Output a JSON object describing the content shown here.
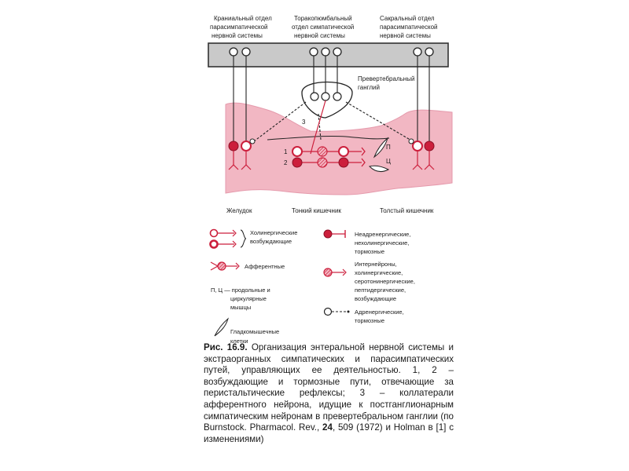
{
  "header_labels": {
    "cranial": [
      "Краниальный отдел",
      "парасимпатической",
      "нервной системы"
    ],
    "thoracolumbar": [
      "Торакопюмбальный",
      "отдел симпатической",
      "нервной системы"
    ],
    "sacral": [
      "Сакральный отдел",
      "парасимпатической",
      "нервной системы"
    ]
  },
  "diagram_labels": {
    "prevertebral": [
      "Превертебральный",
      "ганглий"
    ],
    "num_1": "1",
    "num_2": "2",
    "num_3": "3",
    "p": "П",
    "ts": "Ц",
    "stomach": "Желудок",
    "small_intestine": "Тонкий кишечник",
    "large_intestine": "Толстый кишечник"
  },
  "legend": {
    "cholinergic": [
      "Холинергические",
      "возбуждающие"
    ],
    "afferent": "Афферентные",
    "muscles": [
      "П, Ц — продольные и",
      "циркулярные",
      "мышцы"
    ],
    "smooth": [
      "Гладкомышечные",
      "клетки"
    ],
    "nonadrenergic": [
      "Неадренергические,",
      "нехолинергические,",
      "тормозные"
    ],
    "interneurons": [
      "Интернейроны,",
      "холинергические,",
      "серотонинергические,",
      "пептидергические,",
      "возбуждающие"
    ],
    "adrenergic": [
      "Адренергические,",
      "тормозные"
    ]
  },
  "caption": {
    "label": "Рис. 16.9.",
    "text": " Организация энтеральной нервной системы и экстраорганных симпатических и парасимпатических путей, управляющих ее деятельностью. 1, 2 – возбуждающие и тормозные пути, отвечающие за перистальтические рефлексы; 3 – коллатерали афферентного нейрона, идущие к постганглионарным симпатическим нейронам в превертебральном ганглии (по Burnstock. Pharmacol. Rev., ",
    "volume": "24",
    "rest": ", 509 (1972) и Holman в [1] с изменениями)"
  },
  "colors": {
    "gut": "#f2b7c3",
    "red": "#cc1f3c",
    "dark": "#2a2a2a",
    "bar": "#c9c9c9"
  }
}
